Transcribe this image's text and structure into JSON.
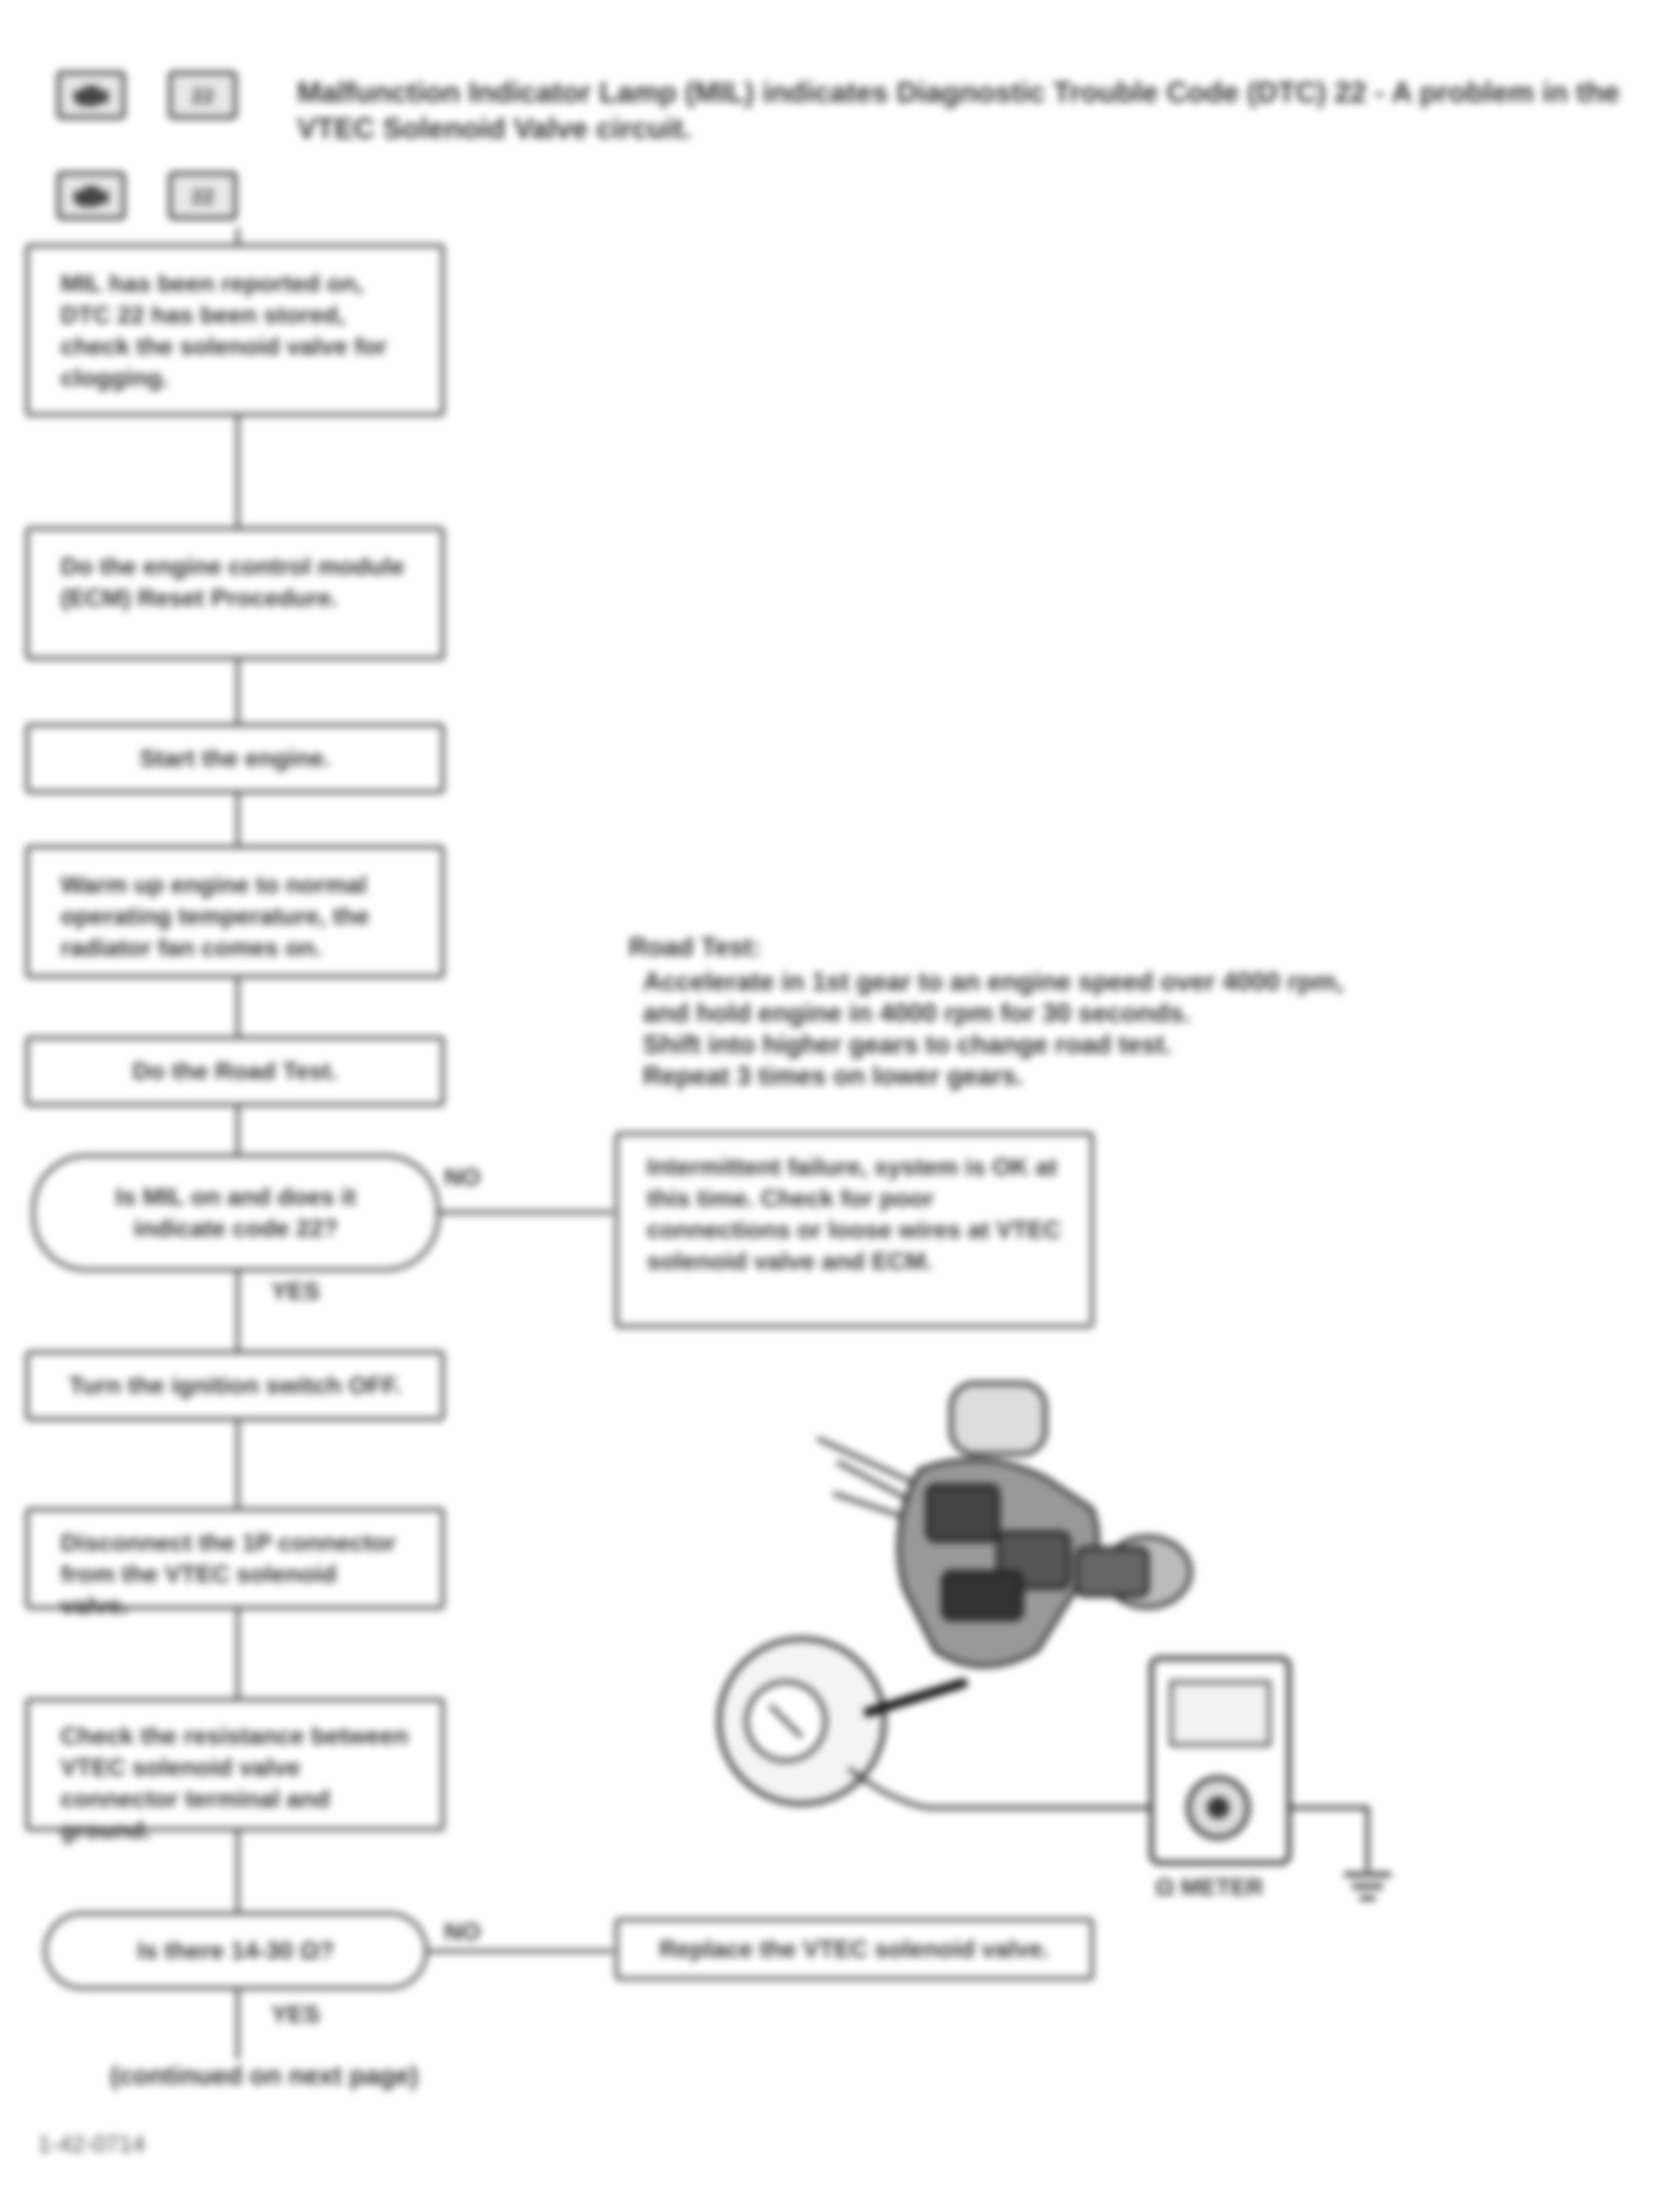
{
  "header": {
    "icon1": "engine-check-icon",
    "icon2": "dtc-number-icon",
    "title": "Malfunction Indicator Lamp (MIL) indicates Diagnostic Trouble Code (DTC) 22 - A problem in the VTEC Solenoid Valve circuit.",
    "sub_icon1": "engine-check-icon",
    "sub_icon2": "dtc-number-icon"
  },
  "flow": {
    "step1": "MIL has been reported on, DTC 22 has been stored, check the solenoid valve for clogging.",
    "step2": "Do the engine control module (ECM) Reset Procedure.",
    "step3": "Start the engine.",
    "step4": "Warm up engine to normal operating temperature, the radiator fan comes on.",
    "step5": "Do the Road Test.",
    "decision1": "Is MIL on and does it indicate code 22?",
    "decision1_no": "NO",
    "decision1_yes": "YES",
    "no_box1": "Intermittent failure, system is OK at this time. Check for poor connections or loose wires at VTEC solenoid valve and ECM.",
    "step6": "Turn the ignition switch OFF.",
    "step7": "Disconnect the 1P connector from the VTEC solenoid valve.",
    "step8": "Check the resistance between VTEC solenoid valve connector terminal and ground.",
    "decision2": "Is there 14-30 Ω?",
    "decision2_no": "NO",
    "decision2_yes": "YES",
    "no_box2": "Replace the VTEC solenoid valve.",
    "continue": "(continued on next page)"
  },
  "road_test": {
    "heading": "Road Test:",
    "lines": [
      "Accelerate in 1st gear to an engine speed over 4000 rpm,",
      "and hold engine in 4000 rpm for 30 seconds.",
      "Shift into higher gears to change road test.",
      "Repeat 3 times on lower gears."
    ]
  },
  "illustration": {
    "meter_label": "Ω  METER",
    "ground_icon": "ground-icon"
  },
  "footer": {
    "code": "1-42-0714"
  }
}
